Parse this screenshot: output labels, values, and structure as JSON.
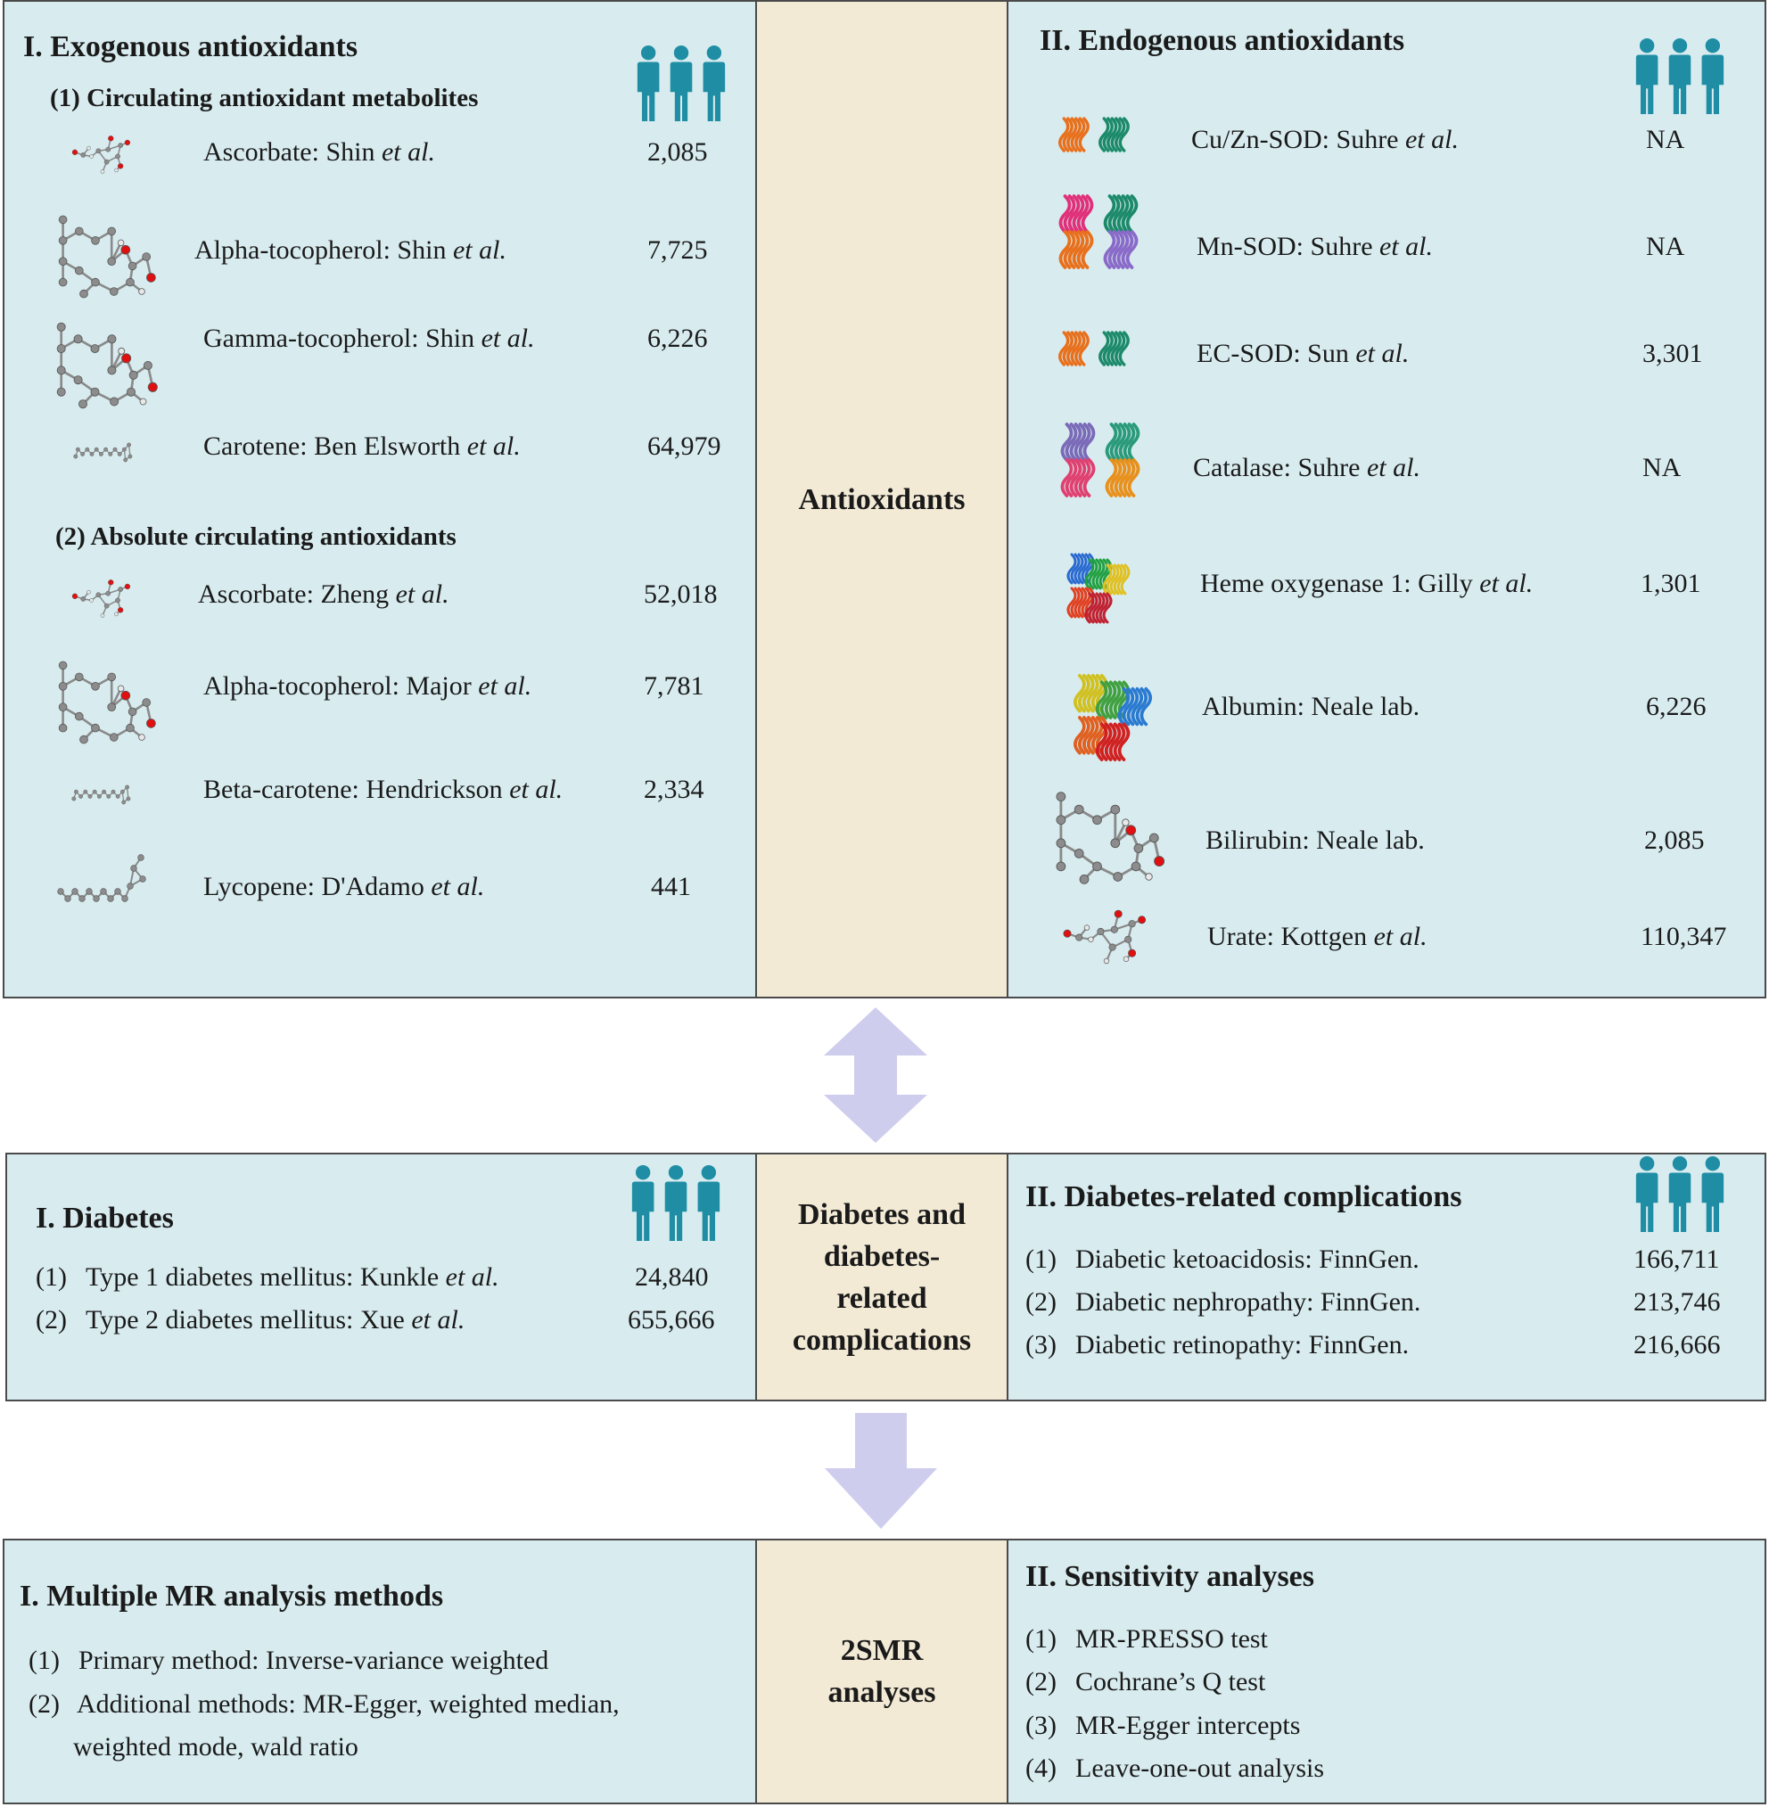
{
  "colors": {
    "panel_blue": "#d8ecf0",
    "panel_beige": "#f3ead6",
    "border": "#4a4a4a",
    "people_icon": "#1f8ea5",
    "arrow": "#cfcdee"
  },
  "top": {
    "center_label": "Antioxidants",
    "left": {
      "title": "I. Exogenous antioxidants",
      "group1_title": "(1) Circulating antioxidant metabolites",
      "group1": [
        {
          "name": "Ascorbate: Shin ",
          "etal": "et al.",
          "n": "2,085",
          "icon": "ascorbate-molecule-icon"
        },
        {
          "name": "Alpha-tocopherol: Shin ",
          "etal": "et al.",
          "n": "7,725",
          "icon": "tocopherol-molecule-icon"
        },
        {
          "name": "Gamma-tocopherol: Shin ",
          "etal": "et al.",
          "n": "6,226",
          "icon": "tocopherol-molecule-icon"
        },
        {
          "name": "Carotene: Ben Elsworth ",
          "etal": "et al.",
          "n": "64,979",
          "icon": "carotene-molecule-icon"
        }
      ],
      "group2_title": "(2) Absolute circulating antioxidants",
      "group2": [
        {
          "name": "Ascorbate: Zheng ",
          "etal": "et al.",
          "n": "52,018",
          "icon": "ascorbate-molecule-icon"
        },
        {
          "name": "Alpha-tocopherol: Major ",
          "etal": "et al.",
          "n": "7,781",
          "icon": "tocopherol-molecule-icon"
        },
        {
          "name": "Beta-carotene: Hendrickson ",
          "etal": "et al.",
          "n": "2,334",
          "icon": "carotene-molecule-icon"
        },
        {
          "name": "Lycopene: D'Adamo ",
          "etal": "et al.",
          "n": "441",
          "icon": "lycopene-molecule-icon"
        }
      ]
    },
    "right": {
      "title": "II. Endogenous antioxidants",
      "items": [
        {
          "name": "Cu/Zn-SOD: Suhre ",
          "etal": "et al.",
          "n": "NA",
          "icon": "cuzn-sod-protein-icon"
        },
        {
          "name": "Mn-SOD: Suhre ",
          "etal": "et al.",
          "n": "NA",
          "icon": "mn-sod-protein-icon"
        },
        {
          "name": "EC-SOD: Sun ",
          "etal": "et al.",
          "n": "3,301",
          "icon": "ec-sod-protein-icon"
        },
        {
          "name": "Catalase: Suhre ",
          "etal": "et al.",
          "n": "NA",
          "icon": "catalase-protein-icon"
        },
        {
          "name": "Heme oxygenase 1: Gilly ",
          "etal": "et al.",
          "n": "1,301",
          "icon": "heme-oxygenase-protein-icon"
        },
        {
          "name": "Albumin: Neale lab.",
          "etal": "",
          "n": "6,226",
          "icon": "albumin-protein-icon"
        },
        {
          "name": "Bilirubin: Neale lab.",
          "etal": "",
          "n": "2,085",
          "icon": "bilirubin-molecule-icon"
        },
        {
          "name": "Urate: Kottgen ",
          "etal": "et al.",
          "n": "110,347",
          "icon": "urate-molecule-icon"
        }
      ]
    }
  },
  "middle": {
    "center_label_lines": [
      "Diabetes and",
      "diabetes-",
      "related",
      "complications"
    ],
    "left": {
      "title": "I. Diabetes",
      "items": [
        {
          "num": "(1)",
          "name": "Type 1 diabetes mellitus: Kunkle ",
          "etal": "et al.",
          "n": "24,840"
        },
        {
          "num": "(2)",
          "name": "Type 2 diabetes mellitus: Xue ",
          "etal": "et al.",
          "n": "655,666"
        }
      ]
    },
    "right": {
      "title": "II. Diabetes-related complications",
      "items": [
        {
          "num": "(1)",
          "name": "Diabetic ketoacidosis: FinnGen.",
          "n": "166,711"
        },
        {
          "num": "(2)",
          "name": "Diabetic nephropathy: FinnGen.",
          "n": "213,746"
        },
        {
          "num": "(3)",
          "name": "Diabetic retinopathy: FinnGen.",
          "n": "216,666"
        }
      ]
    }
  },
  "bottom": {
    "center_label_lines": [
      "2SMR",
      "analyses"
    ],
    "left": {
      "title": "I. Multiple MR analysis methods",
      "items": [
        {
          "num": "(1)",
          "text": "Primary method: Inverse-variance weighted"
        },
        {
          "num": "(2)",
          "text": "Additional methods: MR-Egger, weighted median,",
          "cont": "weighted mode, wald ratio"
        }
      ]
    },
    "right": {
      "title": "II. Sensitivity analyses",
      "items": [
        {
          "num": "(1)",
          "text": "MR-PRESSO test"
        },
        {
          "num": "(2)",
          "text": "Cochrane’s Q test"
        },
        {
          "num": "(3)",
          "text": "MR-Egger intercepts"
        },
        {
          "num": "(4)",
          "text": "Leave-one-out analysis"
        }
      ]
    }
  }
}
